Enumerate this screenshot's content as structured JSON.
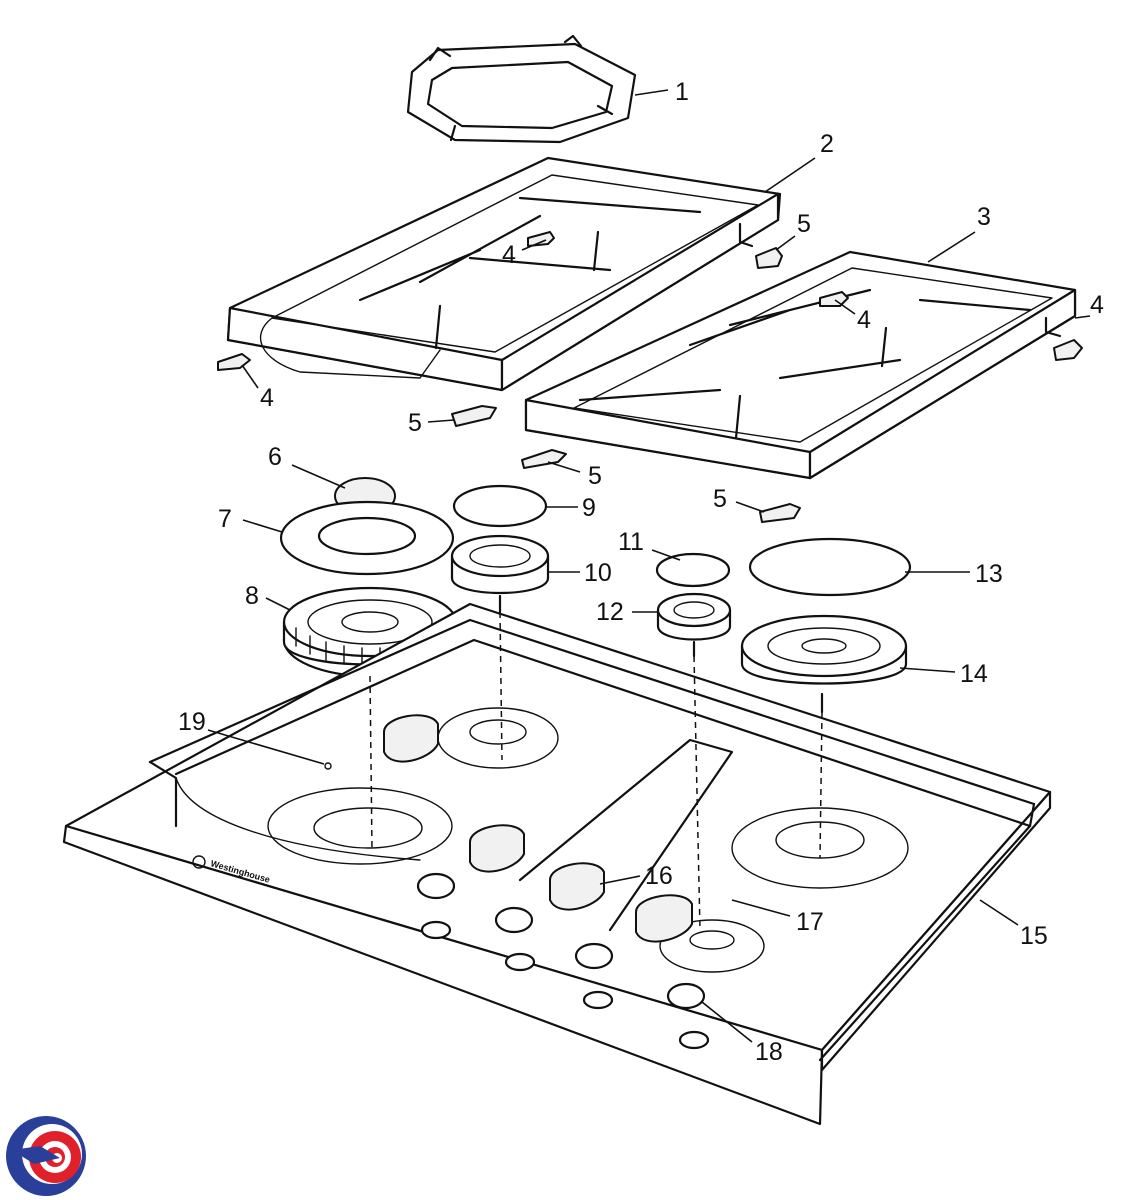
{
  "brand_text": "Westinghouse",
  "callouts": {
    "c1": "1",
    "c2": "2",
    "c3": "3",
    "c4a": "4",
    "c4b": "4",
    "c4c": "4",
    "c4d": "4",
    "c5a": "5",
    "c5b": "5",
    "c5c": "5",
    "c5d": "5",
    "c6": "6",
    "c7": "7",
    "c8": "8",
    "c9": "9",
    "c10": "10",
    "c11": "11",
    "c12": "12",
    "c13": "13",
    "c14": "14",
    "c15": "15",
    "c16": "16",
    "c17": "17",
    "c18": "18",
    "c19": "19"
  },
  "colors": {
    "line": "#111111",
    "logo_blue": "#2a3f9a",
    "logo_red": "#e0202a"
  }
}
